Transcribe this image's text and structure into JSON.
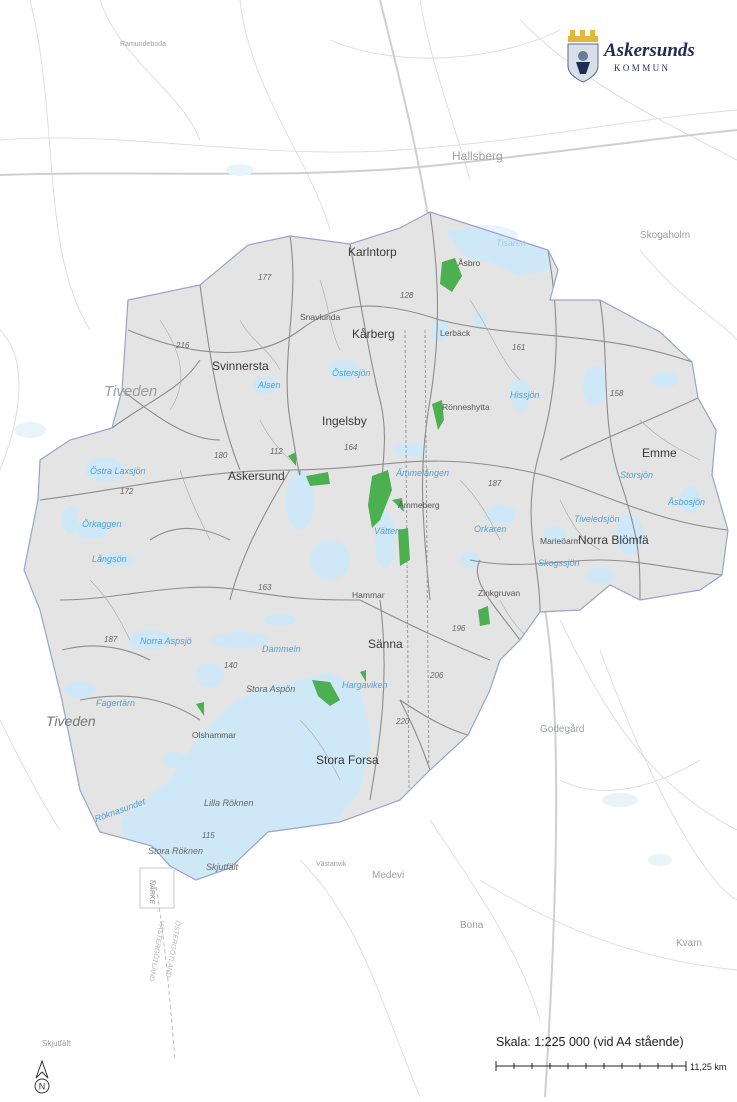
{
  "logo": {
    "name": "Askersunds",
    "subtitle": "KOMMUN"
  },
  "scale": {
    "label": "Skala: 1:225 000 (vid A4 stående)",
    "end_label": "11,25 km"
  },
  "north_arrow": {
    "letter": "N"
  },
  "colors": {
    "background": "#ffffff",
    "municipality_fill": "#e4e4e4",
    "water": "#cfe8f7",
    "water_label": "#4aa3d8",
    "protected_area": "#4caf50",
    "boundary": "#9aa3c8",
    "roads": "#8c8c8c"
  },
  "places_inside": [
    "Karlntorp",
    "Åsbro",
    "Kårberg",
    "Svinnersta",
    "Ingelsby",
    "Rönneshytta",
    "Emme",
    "Askersund",
    "Åmmeberg",
    "Norra Blömfä",
    "Zinkgruvan",
    "Hammar",
    "Sänna",
    "Olshammar",
    "Stora Forsa",
    "Snavlunda",
    "Lerbäck",
    "Marieöarm"
  ],
  "places_outside": [
    "Hallsberg",
    "Skogaholm",
    "Medevi",
    "Godegård",
    "Skjutfält",
    "Kvarn",
    "Bona",
    "Västanvik",
    "Ramundeboda"
  ],
  "lakes": [
    "Tisaren",
    "Östersjön",
    "Alsen",
    "Ämmelången",
    "Östra Laxsjön",
    "Örkaggen",
    "Långsön",
    "Norra Aspsjö",
    "Dammeln",
    "Stora Aspön",
    "Hargaviken",
    "Vättern",
    "Orkaren",
    "Skogssjön",
    "Tiveledsjön",
    "Åsbosjön",
    "Storsjön",
    "Hissjön",
    "Lilla Röknen",
    "Stora Röknen",
    "Skjutfält",
    "Röknasundet",
    "Fagertärn"
  ],
  "regions": [
    "Tiveden",
    "Tiveden"
  ],
  "road_numbers": [
    "177",
    "128",
    "216",
    "161",
    "158",
    "164",
    "112",
    "180",
    "172",
    "187",
    "163",
    "196",
    "187",
    "140",
    "206",
    "220",
    "115"
  ],
  "province_labels": [
    "NÄRKE",
    "VÄSTERGÖTLAND",
    "ÖSTERGÖTLAND"
  ]
}
